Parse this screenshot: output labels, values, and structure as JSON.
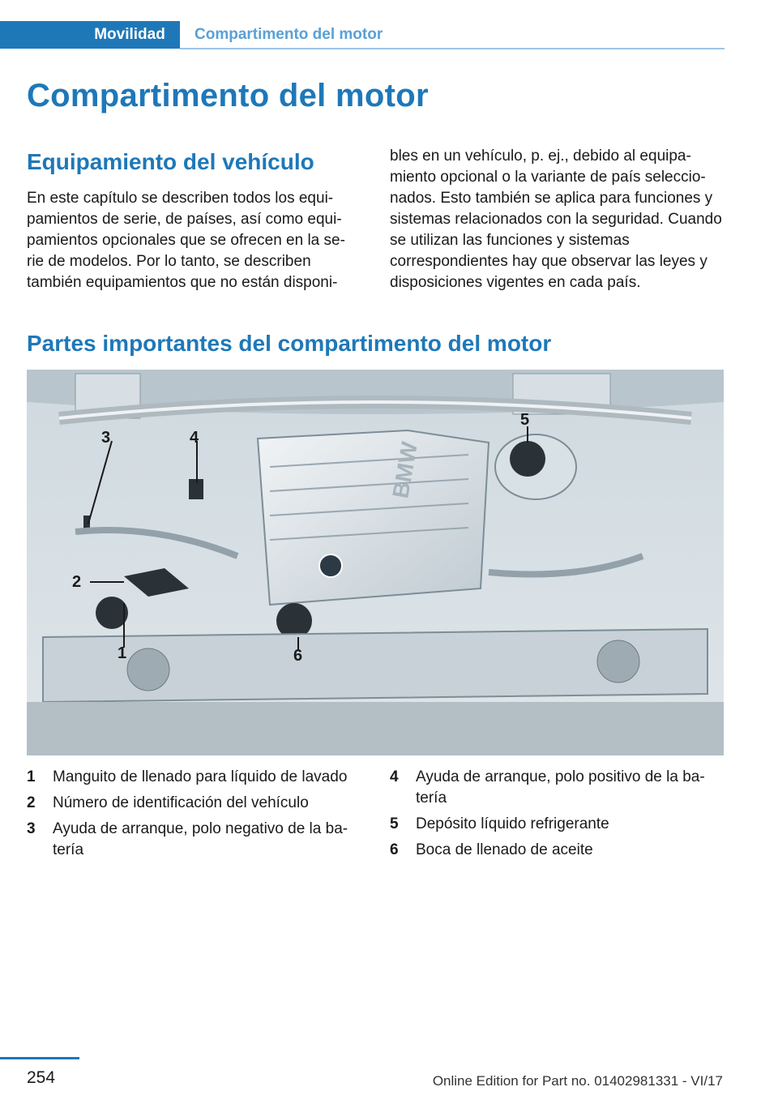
{
  "header": {
    "tab_active": "Movilidad",
    "tab_current": "Compartimento del motor"
  },
  "page_title": "Compartimento del motor",
  "section1": {
    "heading": "Equipamiento del vehículo",
    "paragraph_left": "En este capítulo se describen todos los equi- pamientos de serie, de países, así como equi- pamientos opcionales que se ofrecen en la se- rie de modelos. Por lo tanto, se describen también equipamientos que no están disponi-",
    "paragraph_right": "bles en un vehículo, p. ej., debido al equipa- miento opcional o la variante de país seleccio- nados. Esto también se aplica para funciones y sistemas relacionados con la seguridad. Cuando se utilizan las funciones y sistemas correspondientes hay que observar las leyes y disposiciones vigentes en cada país."
  },
  "section2": {
    "heading": "Partes importantes del compartimento del motor"
  },
  "figure": {
    "brand_text": "BMW",
    "callouts": [
      "1",
      "2",
      "3",
      "4",
      "5",
      "6"
    ]
  },
  "legend": {
    "left": [
      {
        "num": "1",
        "text": "Manguito de llenado para líquido de lavado"
      },
      {
        "num": "2",
        "text": "Número de identificación del vehículo"
      },
      {
        "num": "3",
        "text": "Ayuda de arranque, polo negativo de la ba- tería"
      }
    ],
    "right": [
      {
        "num": "4",
        "text": "Ayuda de arranque, polo positivo de la ba- tería"
      },
      {
        "num": "5",
        "text": "Depósito líquido refrigerante"
      },
      {
        "num": "6",
        "text": "Boca de llenado de aceite"
      }
    ]
  },
  "footer": {
    "page_number": "254",
    "edition": "Online Edition for Part no. 01402981331 - VI/17"
  },
  "colors": {
    "accent": "#1e78b8",
    "accent_light": "#5aa0d6"
  }
}
